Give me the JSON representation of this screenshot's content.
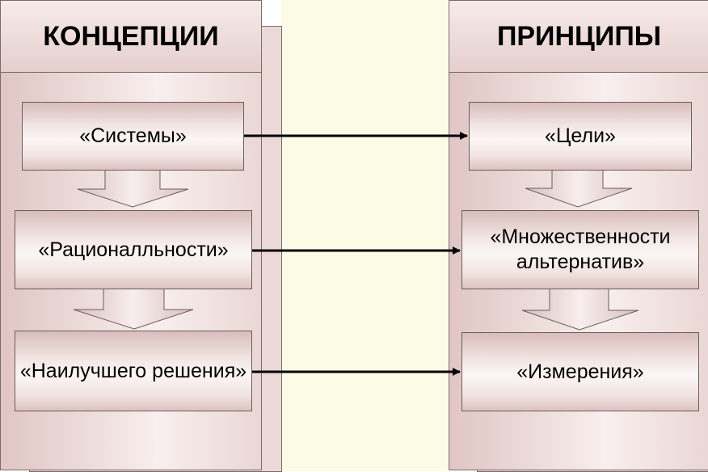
{
  "concepts": {
    "title": "КОНЦЕПЦИИ",
    "items": [
      "«Системы»",
      "«Рационалльности»",
      "«Наилучшего решения»"
    ]
  },
  "principles": {
    "title": "ПРИНЦИПЫ",
    "items": [
      "«Цели»",
      "«Множественности альтернатив»",
      "«Измерения»"
    ]
  }
}
